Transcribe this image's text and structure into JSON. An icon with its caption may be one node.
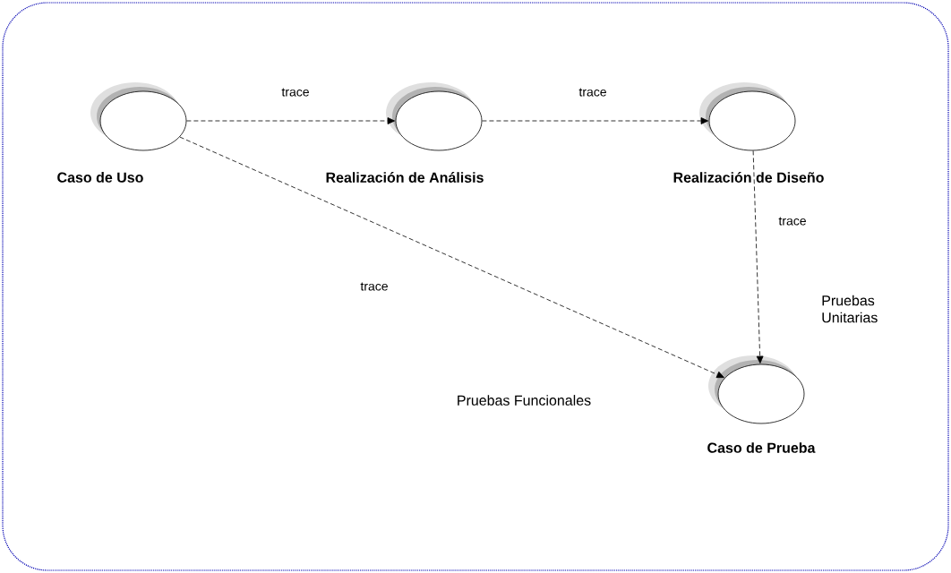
{
  "diagram": {
    "nodes": [
      {
        "text": [
          "Caso de Uso"
        ]
      },
      {
        "text": [
          "Realización de Análisis"
        ]
      },
      {
        "text": [
          "Realización de Diseño"
        ]
      },
      {
        "text": [
          "Caso de Prueba"
        ]
      }
    ],
    "edges": [
      {
        "from": 0,
        "to": 1,
        "arrow": "to",
        "label": "trace",
        "style": "dashed"
      },
      {
        "from": 1,
        "to": 2,
        "arrow": "to",
        "label": "trace",
        "style": "dashed"
      },
      {
        "from": 2,
        "to": 3,
        "arrow": "to",
        "label": "trace",
        "style": "dashed"
      },
      {
        "from": 0,
        "to": 3,
        "arrow": "to",
        "label": "trace",
        "style": "dashed"
      }
    ],
    "labels": [
      "Pruebas Unitarias",
      "Pruebas Funcionales"
    ]
  }
}
